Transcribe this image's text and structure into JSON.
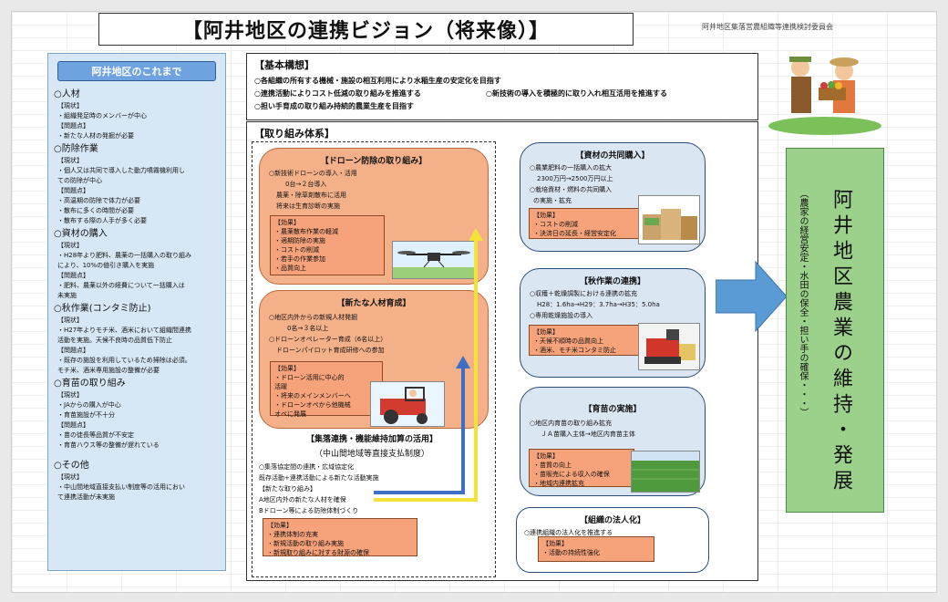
{
  "title": "【阿井地区の連携ビジョン（将来像）】",
  "committee": "阿井地区集落営農組織等連携検討委員会",
  "left": {
    "heading": "阿井地区のこれまで",
    "lines": [
      {
        "t": "cat",
        "v": "○人材"
      },
      {
        "t": "sub",
        "v": "【現状】"
      },
      {
        "t": "item",
        "v": "・組織発足時のメンバーが中心"
      },
      {
        "t": "sub",
        "v": "【問題点】"
      },
      {
        "t": "item",
        "v": "・新たな人材の発掘が必要"
      },
      {
        "t": "cat",
        "v": "○防除作業"
      },
      {
        "t": "sub",
        "v": "【現状】"
      },
      {
        "t": "item",
        "v": "・個人又は共同で導入した動力噴霧機利用し"
      },
      {
        "t": "item",
        "v": "ての防除が中心"
      },
      {
        "t": "sub",
        "v": "【問題点】"
      },
      {
        "t": "item",
        "v": "・高温期の防除で体力が必要"
      },
      {
        "t": "item",
        "v": "・散布に多くの時間が必要"
      },
      {
        "t": "item",
        "v": "・散布する際の人手が多く必要"
      },
      {
        "t": "cat",
        "v": "○資材の購入"
      },
      {
        "t": "sub",
        "v": "【現状】"
      },
      {
        "t": "item",
        "v": "・H28年より肥料、農薬の一括購入の取り組み"
      },
      {
        "t": "item",
        "v": "により、10%の値引き購入を実施"
      },
      {
        "t": "sub",
        "v": "【問題点】"
      },
      {
        "t": "item",
        "v": "・肥料、農薬以外の経費について一括購入は"
      },
      {
        "t": "item",
        "v": "未実施"
      },
      {
        "t": "cat",
        "v": "○秋作業(コンタミ防止)"
      },
      {
        "t": "sub",
        "v": "【現状】"
      },
      {
        "t": "item",
        "v": "・H27年よりモチ米、酒米において組織間連携"
      },
      {
        "t": "item",
        "v": "活動を実施。天候不良時の品質低下防止"
      },
      {
        "t": "sub",
        "v": "【問題点】"
      },
      {
        "t": "item",
        "v": "・既存の施設を利用しているため掃除は必須。"
      },
      {
        "t": "item",
        "v": "モチ米、酒米専用施設の整備が必要"
      },
      {
        "t": "cat",
        "v": "○育苗の取り組み"
      },
      {
        "t": "sub",
        "v": "【現状】"
      },
      {
        "t": "item",
        "v": "・JAからの購入が中心"
      },
      {
        "t": "item",
        "v": "・育苗施設が不十分"
      },
      {
        "t": "sub",
        "v": "【問題点】"
      },
      {
        "t": "item",
        "v": "・苗の徒長等品質が不安定"
      },
      {
        "t": "item",
        "v": "・育苗ハウス等の整備が遅れている"
      },
      {
        "t": "gap",
        "v": ""
      },
      {
        "t": "cat",
        "v": "○その他"
      },
      {
        "t": "sub",
        "v": "【現状】"
      },
      {
        "t": "item",
        "v": "・中山間地域直接支払い制度等の活用におい"
      },
      {
        "t": "item",
        "v": "て連携活動が未実施"
      }
    ]
  },
  "basic": {
    "heading": "【基本構想】",
    "l1": "○各組織の所有する機械・施設の相互利用により水稲生産の安定化を目指す",
    "l2a": "○連携活動によりコスト低減の取り組みを推進する",
    "l2b": "○新技術の導入を積極的に取り入れ相互活用を推進する",
    "l3": "○担い手育成の取り組み持続的農業生産を目指す"
  },
  "framework": {
    "heading": "【取り組み体系】"
  },
  "drone": {
    "title": "【ドローン防除の取り組み】",
    "lines": [
      "○新技術ドローンの導入・活用",
      "0台→２台導入",
      "農薬・除草剤散布に活用",
      "将来は生育診断の実施"
    ],
    "effect_head": "【効果】",
    "effects": [
      "・農薬散布作業の軽減",
      "・適期防除の実施",
      "・コストの削減",
      "・若手の作業参加",
      "・品質向上"
    ]
  },
  "people": {
    "title": "【新たな人材育成】",
    "lines": [
      "○地区内外からの新規人材発掘",
      "0名→３名以上",
      "○ドローンオペレーター育成（6名以上）",
      "ドローンパイロット育成研修への参加"
    ],
    "effect_head": "【効果】",
    "effects": [
      "・ドローン活用に中心的",
      "活躍",
      "・将来のメインメンバーへ",
      "・ドローンオペから他機械",
      "オペに発展"
    ]
  },
  "village": {
    "title": "【集落連携・機能維持加算の活用】",
    "subtitle": "（中山間地域等直接支払制度）",
    "lines": [
      "○集落協定間の連携・広域協定化",
      "既存活動+連携活動による新たな活動実施",
      "【新たな取り組み】",
      "A地区内外の新たな人材を確保",
      "Bドローン等による防除体制づくり"
    ],
    "effect_head": "【効果】",
    "effects": [
      "・連携体制の充実",
      "・新規活動の取り組み実施",
      "・新規取り組みに対する財源の確保"
    ]
  },
  "materials": {
    "title": "【資材の共同購入】",
    "lines": [
      "○農業肥料の一括購入の拡大",
      "2300万円→2500万円以上",
      "○栽培資材・燃料の共同購入",
      "の実施・拡充"
    ],
    "effect_head": "【効果】",
    "effects": [
      "・コストの削減",
      "・決済日の延長・経営安定化"
    ]
  },
  "autumn": {
    "title": "【秋作業の連携】",
    "lines": [
      "○収穫＋乾燥調製における連携の拡充",
      "H28：1.6ha→H29：3.7ha→H35：5.0ha",
      "○専用乾燥施設の導入"
    ],
    "effect_head": "【効果】",
    "effects": [
      "・天候不順時の品質向上",
      "・酒米、モチ米コンタミ防止"
    ]
  },
  "seedling": {
    "title": "【育苗の実施】",
    "lines": [
      "○地区内育苗の取り組み拡充",
      "ＪＡ苗購入主体→地区内育苗主体"
    ],
    "effect_head": "【効果】",
    "effects": [
      "・苗質の向上",
      "・苗販売による収入の確保",
      "・地域内連携拡充"
    ]
  },
  "corp": {
    "title": "【組織の法人化】",
    "lines": [
      "○連携組織の法人化を推進する"
    ],
    "effect_head": "【効果】",
    "effects": [
      "・活動の持続性強化"
    ]
  },
  "result": {
    "main": "阿井地区農業の維持・発展",
    "sub": "（農家の経営安定・水田の保全・担い手の確保・・・）"
  },
  "colors": {
    "orange": "#f4b089",
    "blue": "#dbe6f3",
    "green": "#9bd18a",
    "arrow": "#5b9bd5"
  }
}
